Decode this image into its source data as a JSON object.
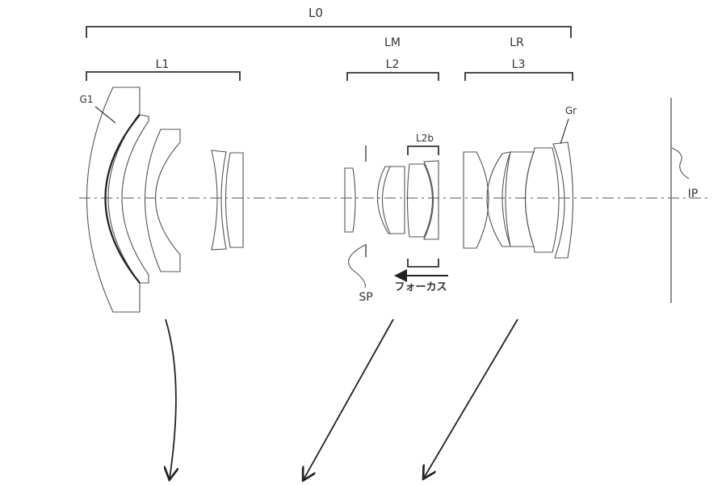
{
  "labels": {
    "L0": "L0",
    "L1": "L1",
    "LM": "LM",
    "L2": "L2",
    "LR": "LR",
    "L3": "L3",
    "G1": "G1",
    "L2b": "L2b",
    "Gr": "Gr",
    "SP": "SP",
    "IP": "IP",
    "focus": "フォーカス"
  }
}
